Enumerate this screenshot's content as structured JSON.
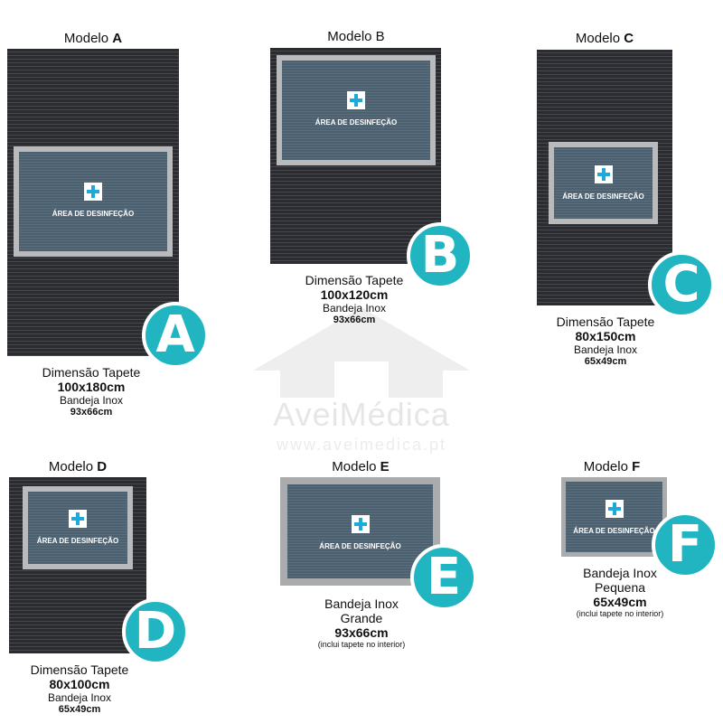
{
  "watermark": {
    "brand": "AveiMédica",
    "url": "www.aveimedica.pt"
  },
  "tray_label": "ÁREA DE DESINFEÇÃO",
  "colors": {
    "mat": "#333438",
    "tray_frame": "#b8babc",
    "tray_inner": "#4f6473",
    "badge": "#20b5c0",
    "plus": "#1fa9d6"
  },
  "icons": [
    "plus-icon"
  ],
  "models": [
    {
      "id": "a",
      "title_prefix": "Modelo ",
      "title_letter": "A",
      "badge": "A",
      "lines": [
        "Dimensão Tapete",
        "100x180cm",
        "Bandeja Inox",
        "93x66cm"
      ]
    },
    {
      "id": "b",
      "title_prefix": "Modelo ",
      "title_letter": "B",
      "badge": "B",
      "lines": [
        "Dimensão Tapete",
        "100x120cm",
        "Bandeja Inox",
        "93x66cm"
      ]
    },
    {
      "id": "c",
      "title_prefix": "Modelo ",
      "title_letter": "C",
      "badge": "C",
      "lines": [
        "Dimensão Tapete",
        "80x150cm",
        "Bandeja Inox",
        "65x49cm"
      ]
    },
    {
      "id": "d",
      "title_prefix": "Modelo ",
      "title_letter": "D",
      "badge": "D",
      "lines": [
        "Dimensão Tapete",
        "80x100cm",
        "Bandeja Inox",
        "65x49cm"
      ]
    },
    {
      "id": "e",
      "title_prefix": "Modelo ",
      "title_letter": "E",
      "badge": "E",
      "lines": [
        "Bandeja Inox",
        "Grande",
        "93x66cm",
        "(inclui tapete no interior)"
      ]
    },
    {
      "id": "f",
      "title_prefix": "Modelo ",
      "title_letter": "F",
      "badge": "F",
      "lines": [
        "Bandeja Inox",
        "Pequena",
        "65x49cm",
        "(inclui tapete no interior)"
      ]
    }
  ]
}
